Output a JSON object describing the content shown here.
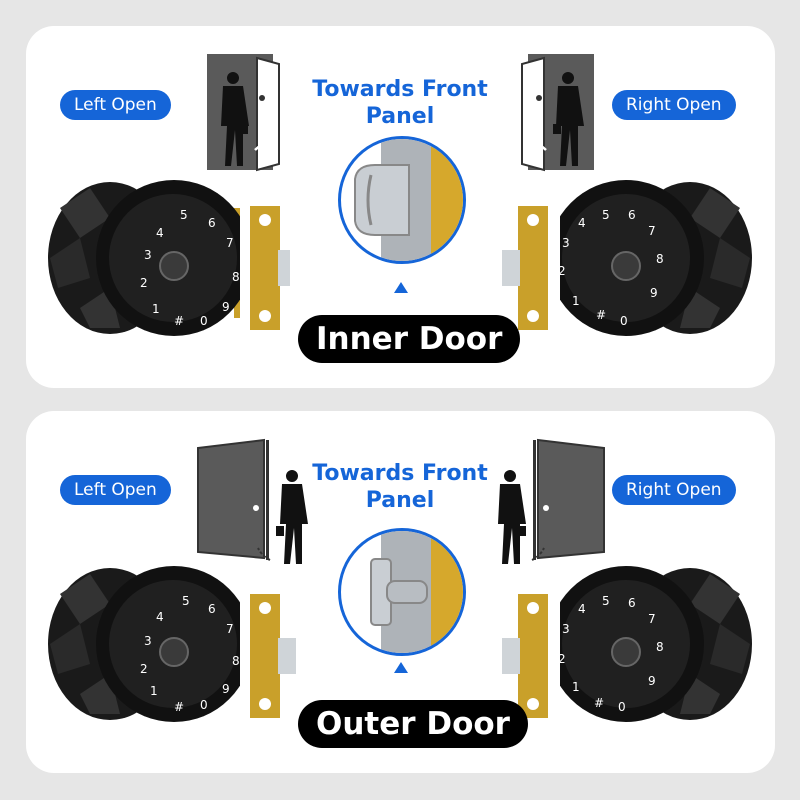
{
  "colors": {
    "accent": "#1565d8",
    "label_bg": "#000000",
    "panel_bg": "#ffffff",
    "page_bg": "#e6e6e6",
    "brass": "#c9a02a"
  },
  "keypad": {
    "digits": [
      "5",
      "6",
      "4",
      "7",
      "3",
      "8",
      "2",
      "9",
      "1",
      "0",
      "#"
    ]
  },
  "sections": [
    {
      "left_label": "Left Open",
      "right_label": "Right Open",
      "center_title_1": "Towards Front",
      "center_title_2": "Panel",
      "door_label": "Inner Door"
    },
    {
      "left_label": "Left Open",
      "right_label": "Right Open",
      "center_title_1": "Towards Front",
      "center_title_2": "Panel",
      "door_label": "Outer Door"
    }
  ]
}
